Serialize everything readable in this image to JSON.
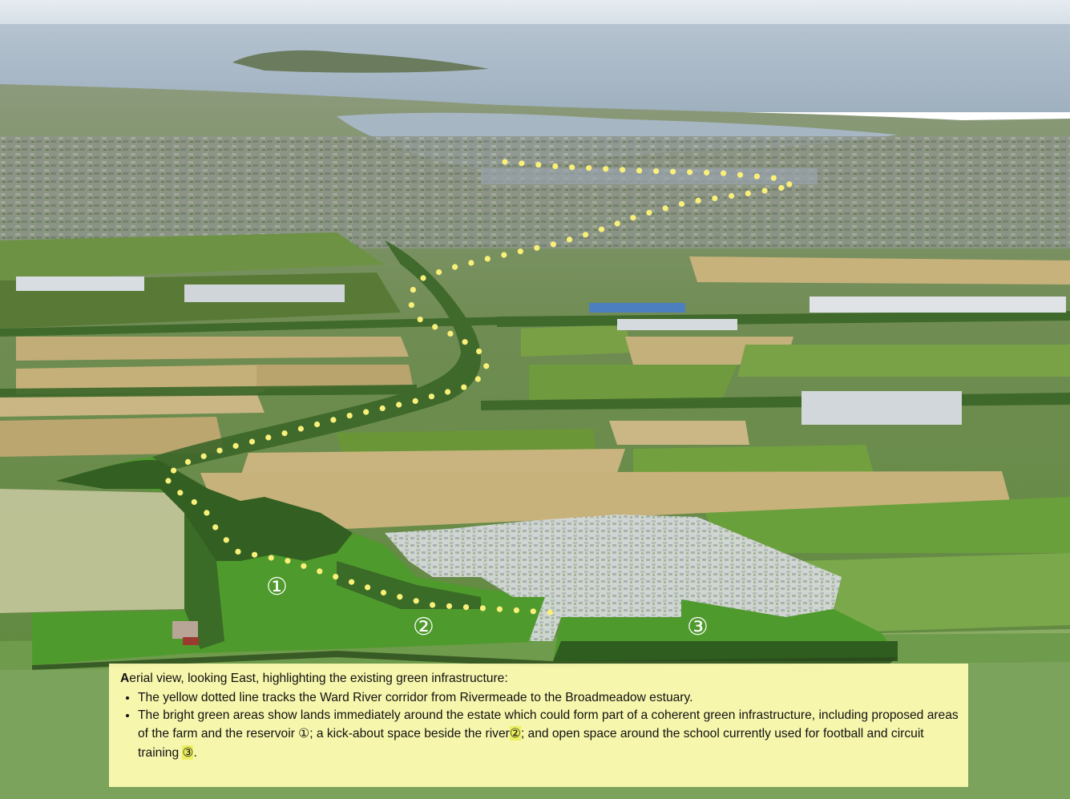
{
  "image": {
    "description_colors": {
      "sea": "#a9b7c6",
      "sky": "#dfe6ec",
      "field_green": "#6c9a3e",
      "field_tan": "#b9a770",
      "forest": "#3f6b2c",
      "town": "#8f9686",
      "highlight_green": "#4f9a2c",
      "estate_overlay": "#e6e9ec",
      "dot_yellow": "#f9f07a",
      "caption_bg": "#fffcb4"
    }
  },
  "labels": {
    "area1": "①",
    "area2": "②",
    "area3": "③"
  },
  "caption": {
    "heading_first": "A",
    "heading_rest": "erial view, looking East, highlighting the existing green infrastructure:",
    "bullet1": "The yellow dotted line tracks the Ward River corridor from Rivermeade to the Broadmeadow estuary.",
    "bullet2_part1": "The bright green areas show lands immediately around the estate which could form part of a coherent green infrastructure, including proposed areas of the farm and the reservoir ",
    "bullet2_mark1": "①",
    "bullet2_part2": "; a kick-about space beside the river",
    "bullet2_mark2": "②",
    "bullet2_part3": ";",
    "bullet2_part4": "and open space around the school currently used for football and circuit training ",
    "bullet2_mark3": "③",
    "bullet2_part5": "."
  }
}
